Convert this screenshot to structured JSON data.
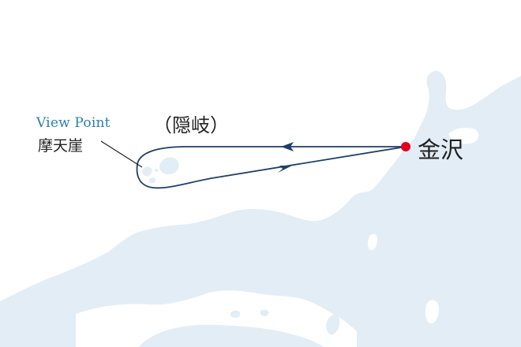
{
  "map": {
    "colors": {
      "land": "#e3edf6",
      "sea": "#ffffff",
      "route": "#1e3f6b",
      "port_marker": "#e2001a",
      "viewpoint_text": "#2a7fb0",
      "leader_line": "#222222"
    },
    "viewpoint": {
      "title": "View Point",
      "name": "摩天崖"
    },
    "island_label": "（隠岐）",
    "port_label": "金沢",
    "route": {
      "direction": "round trip loop from the port around the island and back",
      "arrow_count": 2
    },
    "icons": [
      "port-marker-icon",
      "route-arrow-icon"
    ]
  }
}
